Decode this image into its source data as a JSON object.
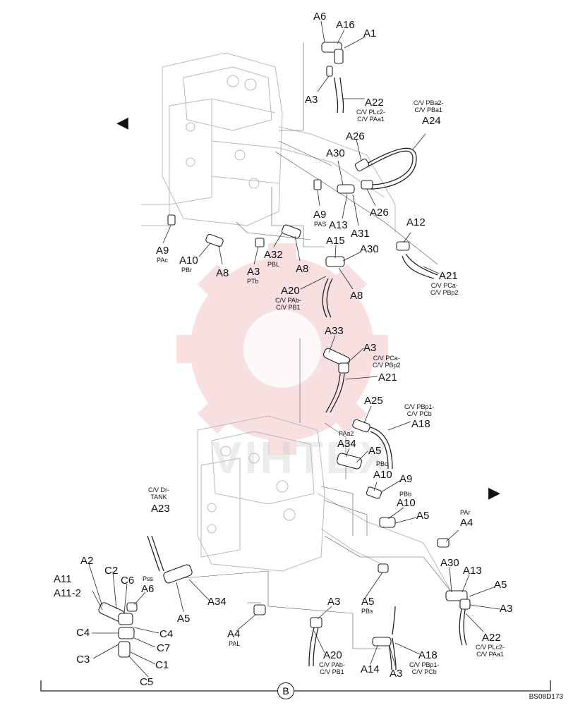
{
  "colors": {
    "line": "#222222",
    "body": "#b9b9b9",
    "watermark": "#f3c7c7",
    "corner": "#e23b3b"
  },
  "arrows": {
    "left": "◀",
    "right": "▶"
  },
  "footer": {
    "section": "B",
    "code": "BS08D173"
  },
  "watermark": "VIHTEX",
  "labels_upper": [
    {
      "id": "A6",
      "text": "A6"
    },
    {
      "id": "A16",
      "text": "A16"
    },
    {
      "id": "A1",
      "text": "A1"
    },
    {
      "id": "A3_top",
      "text": "A3"
    },
    {
      "id": "A22_top",
      "text": "A22"
    },
    {
      "id": "A24",
      "text": "A24"
    },
    {
      "id": "A26_a",
      "text": "A26"
    },
    {
      "id": "A30_a",
      "text": "A30"
    },
    {
      "id": "A26_b",
      "text": "A26"
    },
    {
      "id": "A13_a",
      "text": "A13"
    },
    {
      "id": "A31",
      "text": "A31"
    },
    {
      "id": "A9_pas",
      "text": "A9"
    },
    {
      "id": "A12",
      "text": "A12"
    },
    {
      "id": "A9_pac",
      "text": "A9"
    },
    {
      "id": "A10_pbr",
      "text": "A10"
    },
    {
      "id": "A8_a",
      "text": "A8"
    },
    {
      "id": "A32",
      "text": "A32"
    },
    {
      "id": "A3_ptb",
      "text": "A3"
    },
    {
      "id": "A8_b",
      "text": "A8"
    },
    {
      "id": "A15",
      "text": "A15"
    },
    {
      "id": "A30_b",
      "text": "A30"
    },
    {
      "id": "A21_top",
      "text": "A21"
    },
    {
      "id": "A20_top",
      "text": "A20"
    },
    {
      "id": "A8_c",
      "text": "A8"
    }
  ],
  "labels_lower": [
    {
      "id": "A33",
      "text": "A33"
    },
    {
      "id": "A3_mid",
      "text": "A3"
    },
    {
      "id": "A21_mid",
      "text": "A21"
    },
    {
      "id": "A25",
      "text": "A25"
    },
    {
      "id": "A18_mid",
      "text": "A18"
    },
    {
      "id": "A34_a",
      "text": "A34"
    },
    {
      "id": "A5_pbc",
      "text": "A5"
    },
    {
      "id": "A10_pbb",
      "text": "A10"
    },
    {
      "id": "A9_pbb",
      "text": "A9"
    },
    {
      "id": "A10_b",
      "text": "A10"
    },
    {
      "id": "A5_b",
      "text": "A5"
    },
    {
      "id": "A4_par",
      "text": "A4"
    },
    {
      "id": "A23",
      "text": "A23"
    },
    {
      "id": "A30_c",
      "text": "A30"
    },
    {
      "id": "A13_b",
      "text": "A13"
    },
    {
      "id": "A5_c",
      "text": "A5"
    },
    {
      "id": "A3_c",
      "text": "A3"
    },
    {
      "id": "A22_bot",
      "text": "A22"
    },
    {
      "id": "A2",
      "text": "A2"
    },
    {
      "id": "C2",
      "text": "C2"
    },
    {
      "id": "A11",
      "text": "A11"
    },
    {
      "id": "C6",
      "text": "C6"
    },
    {
      "id": "A6_pss",
      "text": "A6"
    },
    {
      "id": "A11_2",
      "text": "A11-2"
    },
    {
      "id": "A34_b",
      "text": "A34"
    },
    {
      "id": "A5_d",
      "text": "A5"
    },
    {
      "id": "A3_d",
      "text": "A3"
    },
    {
      "id": "A5_pbs",
      "text": "A5"
    },
    {
      "id": "C4_a",
      "text": "C4"
    },
    {
      "id": "C4_b",
      "text": "C4"
    },
    {
      "id": "C7",
      "text": "C7"
    },
    {
      "id": "C3",
      "text": "C3"
    },
    {
      "id": "C1",
      "text": "C1"
    },
    {
      "id": "C5",
      "text": "C5"
    },
    {
      "id": "A4_pal",
      "text": "A4"
    },
    {
      "id": "A20_bot",
      "text": "A20"
    },
    {
      "id": "A18_bot",
      "text": "A18"
    },
    {
      "id": "A14",
      "text": "A14"
    },
    {
      "id": "A3_e",
      "text": "A3"
    }
  ],
  "ports": [
    {
      "id": "p_a22",
      "text": "C/V PLc2-\nC/V PAa1"
    },
    {
      "id": "p_a24",
      "text": "C/V PBa2-\nC/V PBa1"
    },
    {
      "id": "p_pas",
      "text": "PAS"
    },
    {
      "id": "p_pac",
      "text": "PAc"
    },
    {
      "id": "p_pbr",
      "text": "PBr"
    },
    {
      "id": "p_pbl",
      "text": "PBL"
    },
    {
      "id": "p_ptb",
      "text": "PTb"
    },
    {
      "id": "p_a21",
      "text": "C/V PCa-\nC/V PBp2"
    },
    {
      "id": "p_a20",
      "text": "C/V PAb-\nC/V PB1"
    },
    {
      "id": "p_a21m",
      "text": "C/V PCa-\nC/V PBp2"
    },
    {
      "id": "p_a18",
      "text": "C/V PBp1-\nC/V PCb"
    },
    {
      "id": "p_paa2",
      "text": "PAa2"
    },
    {
      "id": "p_pbc",
      "text": "PBc"
    },
    {
      "id": "p_pbb",
      "text": "PBb"
    },
    {
      "id": "p_par",
      "text": "PAr"
    },
    {
      "id": "p_a23",
      "text": "C/V Dr-\nTANK"
    },
    {
      "id": "p_pss",
      "text": "Pss"
    },
    {
      "id": "p_pbs",
      "text": "PBs"
    },
    {
      "id": "p_pal",
      "text": "PAL"
    },
    {
      "id": "p_a20b",
      "text": "C/V PAb-\nC/V PB1"
    },
    {
      "id": "p_a18b",
      "text": "C/V PBp1-\nC/V PCb"
    },
    {
      "id": "p_a22b",
      "text": "C/V PLc2-\nC/V PAa1"
    }
  ]
}
